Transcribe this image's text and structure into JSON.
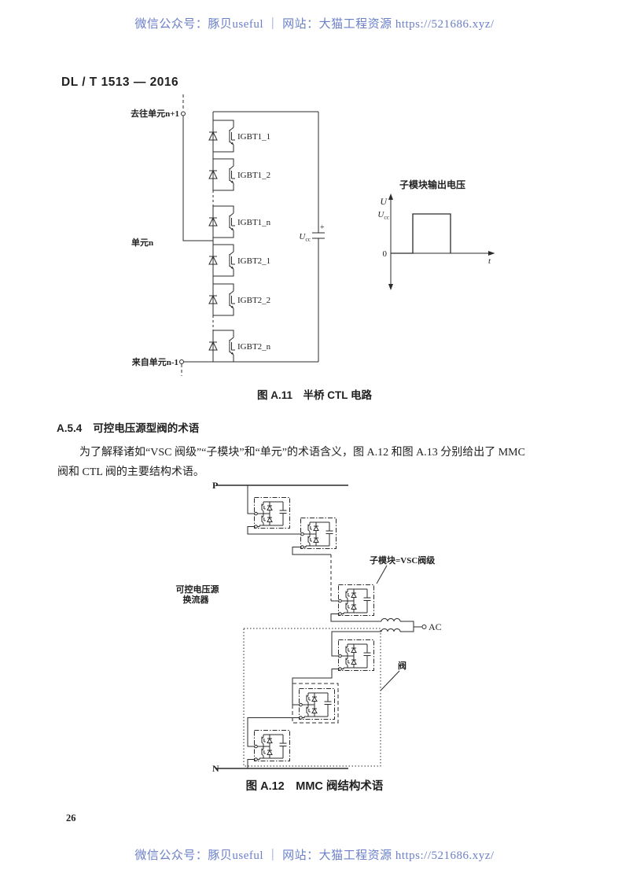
{
  "colors": {
    "note_blue": "#6b80c8",
    "ink": "#1f1f1f",
    "paper": "#ffffff"
  },
  "header": {
    "note": "微信公众号：豚贝useful ｜ 网站：大猫工程资源 https://521686.xyz/"
  },
  "doc": {
    "number": "DL / T 1513 — 2016",
    "page_number": "26"
  },
  "figure_a11": {
    "caption": "图 A.11　半桥 CTL 电路",
    "to_unit": "去往单元n+1",
    "unit": "单元n",
    "from_unit": "来自单元n-1",
    "igbt": [
      "IGBT1_1",
      "IGBT1_2",
      "IGBT1_n",
      "IGBT2_1",
      "IGBT2_2",
      "IGBT2_n"
    ],
    "cap_u": "U",
    "cap_sub": "cc",
    "plus": "+"
  },
  "waveform": {
    "title": "子模块输出电压",
    "y_label": "U",
    "level_u": "U",
    "level_sub": "cc",
    "zero": "0",
    "x_label": "t"
  },
  "section": {
    "number": "A.5.4",
    "title": "可控电压源型阀的术语",
    "para_line1": "为了解释诸如“VSC 阀级”“子模块”和“单元”的术语含义，图 A.12 和图 A.13 分别给出了 MMC",
    "para_line2": "阀和 CTL 阀的主要结构术语。"
  },
  "figure_a12": {
    "caption": "图 A.12　MMC 阀结构术语",
    "p": "P",
    "n": "N",
    "ac": "AC",
    "converter_line1": "可控电压源",
    "converter_line2": "换流器",
    "submodule": "子模块=VSC阀级",
    "valve": "阀"
  },
  "footer": {
    "note": "微信公众号：豚贝useful ｜ 网站：大猫工程资源 https://521686.xyz/"
  }
}
